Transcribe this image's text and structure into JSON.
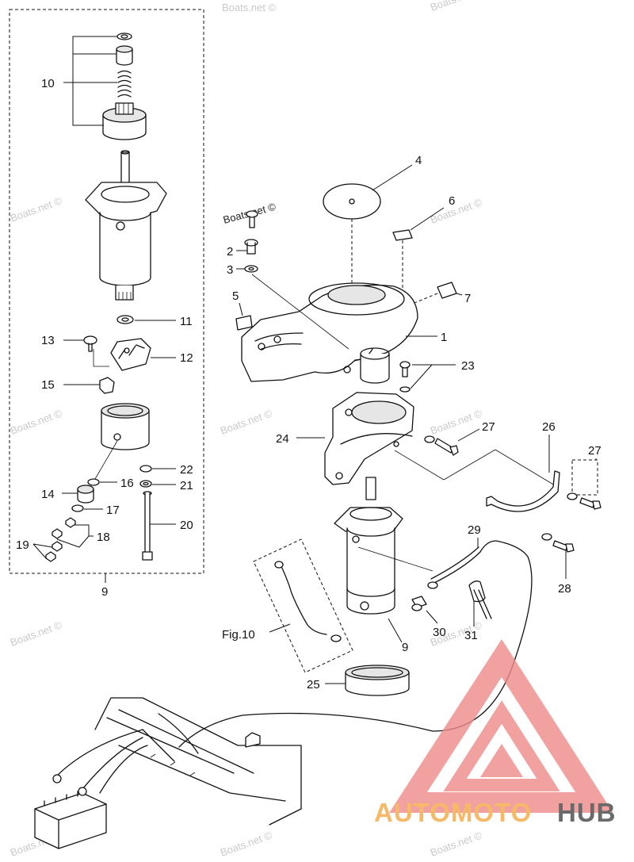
{
  "watermark": "Boats.net ©",
  "labels": {
    "p1": "1",
    "p2": "2",
    "p3": "3",
    "p4": "4",
    "p5": "5",
    "p6": "6",
    "p7": "7",
    "p9a": "9",
    "p9b": "9",
    "p10": "10",
    "p11": "11",
    "p12": "12",
    "p13": "13",
    "p14": "14",
    "p15": "15",
    "p16": "16",
    "p17": "17",
    "p18": "18",
    "p19": "19",
    "p20": "20",
    "p21": "21",
    "p22": "22",
    "p23": "23",
    "p24": "24",
    "p25": "25",
    "p26": "26",
    "p27a": "27",
    "p27b": "27",
    "p28": "28",
    "p29": "29",
    "p30": "30",
    "p31": "31",
    "fig": "Fig.10"
  },
  "brand": {
    "part1": "AUTOMOTO",
    "part2": "HUB"
  },
  "colors": {
    "logo_red": "#f08a8a",
    "logo_orange": "#f5b968",
    "logo_gray": "#6a6a6a"
  }
}
